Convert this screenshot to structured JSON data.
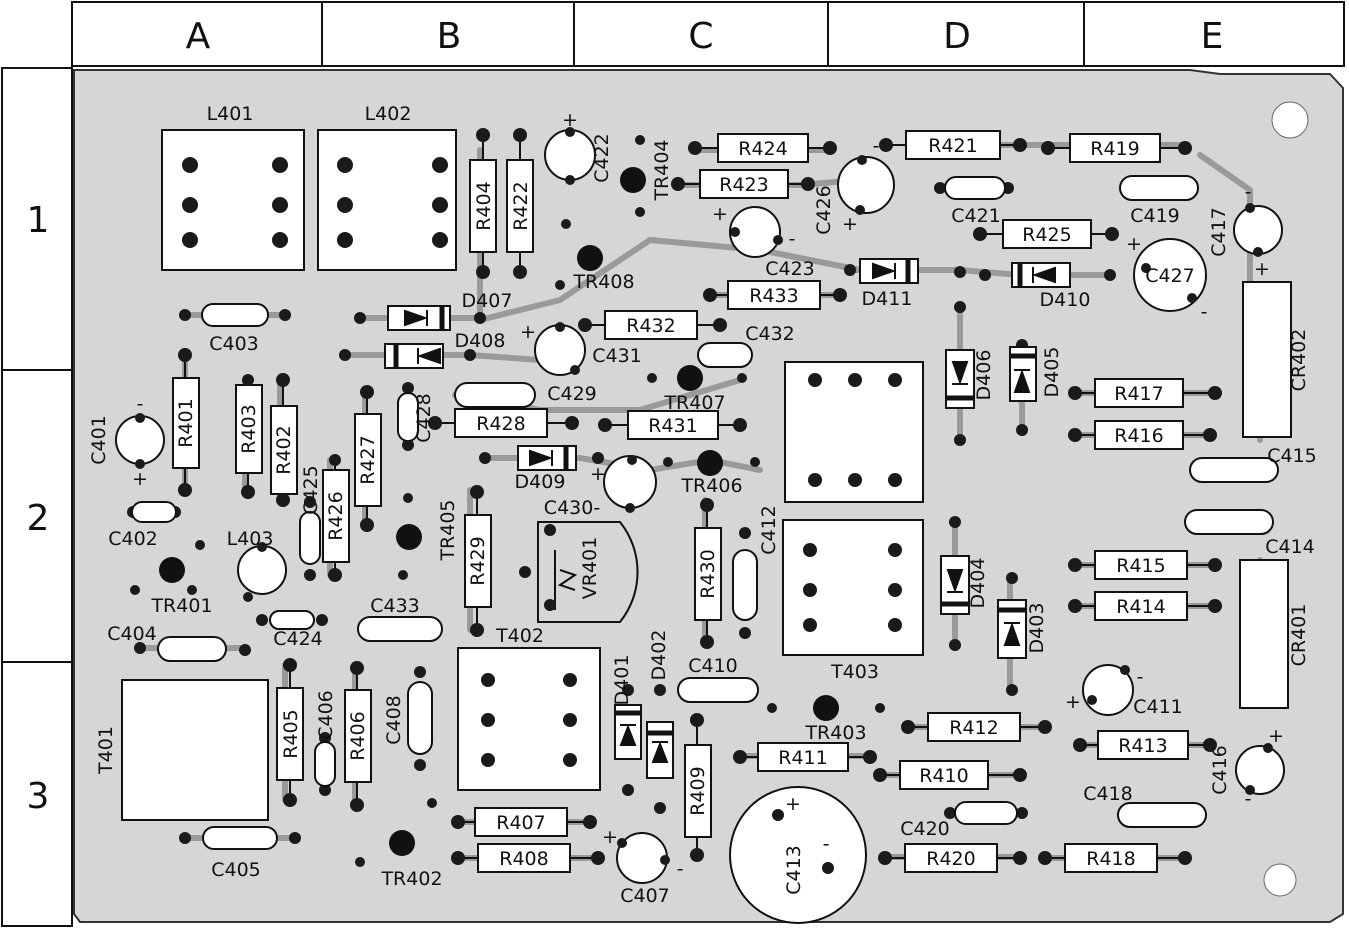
{
  "columns": [
    "A",
    "B",
    "C",
    "D",
    "E"
  ],
  "rows": [
    "1",
    "2",
    "3"
  ],
  "components": {
    "L401": "L401",
    "L402": "L402",
    "L403": "L403",
    "R401": "R401",
    "R402": "R402",
    "R403": "R403",
    "R404": "R404",
    "R405": "R405",
    "R406": "R406",
    "R407": "R407",
    "R408": "R408",
    "R409": "R409",
    "R410": "R410",
    "R411": "R411",
    "R412": "R412",
    "R413": "R413",
    "R414": "R414",
    "R415": "R415",
    "R416": "R416",
    "R417": "R417",
    "R418": "R418",
    "R419": "R419",
    "R420": "R420",
    "R421": "R421",
    "R422": "R422",
    "R423": "R423",
    "R424": "R424",
    "R425": "R425",
    "R426": "R426",
    "R427": "R427",
    "R428": "R428",
    "R429": "R429",
    "R430": "R430",
    "R431": "R431",
    "R432": "R432",
    "R433": "R433",
    "C401": "C401",
    "C402": "C402",
    "C403": "C403",
    "C404": "C404",
    "C405": "C405",
    "C406": "C406",
    "C407": "C407",
    "C408": "C408",
    "C410": "C410",
    "C411": "C411",
    "C412": "C412",
    "C413": "C413",
    "C414": "C414",
    "C415": "C415",
    "C416": "C416",
    "C417": "C417",
    "C418": "C418",
    "C419": "C419",
    "C420": "C420",
    "C421": "C421",
    "C422": "C422",
    "C423": "C423",
    "C424": "C424",
    "C425": "C425",
    "C426": "C426",
    "C427": "C427",
    "C428": "C428",
    "C429": "C429",
    "C430": "C430-",
    "C431": "C431",
    "C432": "C432",
    "C433": "C433",
    "D401": "D401",
    "D402": "D402",
    "D403": "D403",
    "D404": "D404",
    "D405": "D405",
    "D406": "D406",
    "D407": "D407",
    "D408": "D408",
    "D409": "D409",
    "D410": "D410",
    "D411": "D411",
    "TR401": "TR401",
    "TR402": "TR402",
    "TR403": "TR403",
    "TR404": "TR404",
    "TR405": "TR405",
    "TR406": "TR406",
    "TR407": "TR407",
    "TR408": "TR408",
    "T401": "T401",
    "T402": "T402",
    "T403": "T403",
    "VR401": "VR401",
    "CR401": "CR401",
    "CR402": "CR402"
  },
  "polarity": {
    "plus": "+",
    "minus": "-"
  }
}
